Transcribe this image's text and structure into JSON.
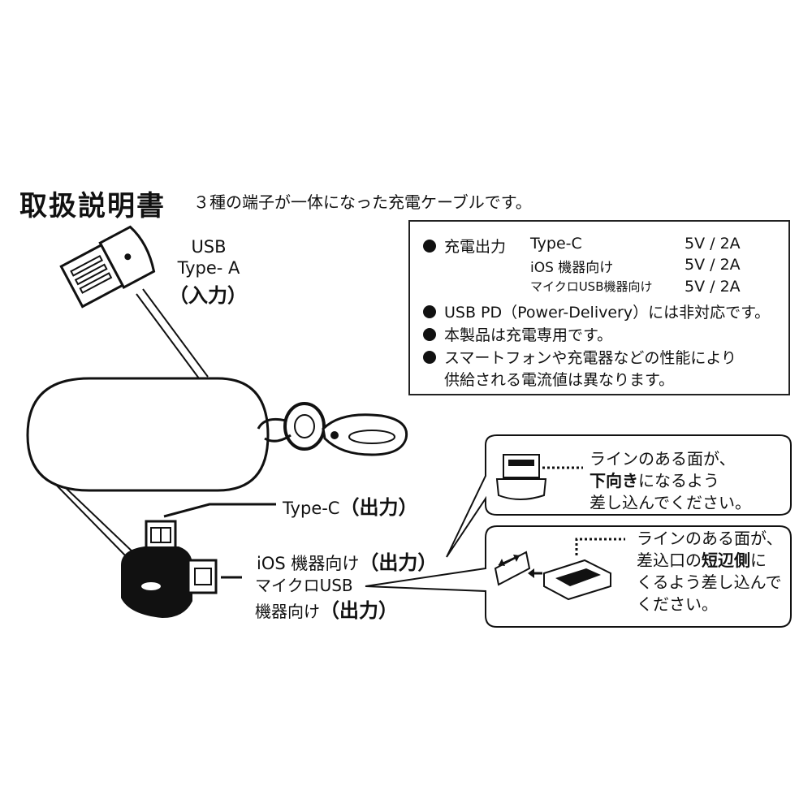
{
  "header": {
    "title": "取扱説明書",
    "subtitle": "３種の端子が一体になった充電ケーブルです。"
  },
  "spec": {
    "output_label": "充電出力",
    "outputs": [
      {
        "name": "Type-C",
        "value": "5V / 2A"
      },
      {
        "name": "iOS 機器向け",
        "value": "5V / 2A"
      },
      {
        "name": "マイクロUSB機器向け",
        "value": "5V / 2A"
      }
    ],
    "notes": [
      "USB PD（Power-Delivery）には非対応です。",
      "本製品は充電専用です。",
      "スマートフォンや充電器などの性能により",
      "供給される電流値は異なります。"
    ]
  },
  "labels": {
    "usb_a_line1": "USB",
    "usb_a_line2": "Type- A",
    "usb_a_line3": "（入力）",
    "type_c_name": "Type-C",
    "type_c_mode": "（出力）",
    "ios_name": "iOS 機器向け",
    "ios_mode": "（出力）",
    "micro_line1": "マイクロUSB",
    "micro_line2_name": "機器向け",
    "micro_line2_mode": "（出力）"
  },
  "callout_ios": {
    "line1": "ラインのある面が、",
    "line2_bold": "下向き",
    "line2_rest": "になるよう",
    "line3": "差し込んでください。"
  },
  "callout_micro": {
    "line1": "ラインのある面が、",
    "line2_pre": "差込口の",
    "line2_bold": "短辺側",
    "line2_post": "に",
    "line3": "くるよう差し込んで",
    "line4": "ください。"
  },
  "icons": [
    "bullet-icon",
    "usb-a-plug-icon",
    "cable-reel-icon",
    "keyring-icon",
    "usb-c-plug-icon",
    "lightning-plug-icon",
    "micro-usb-plug-icon",
    "arrow-icon"
  ]
}
